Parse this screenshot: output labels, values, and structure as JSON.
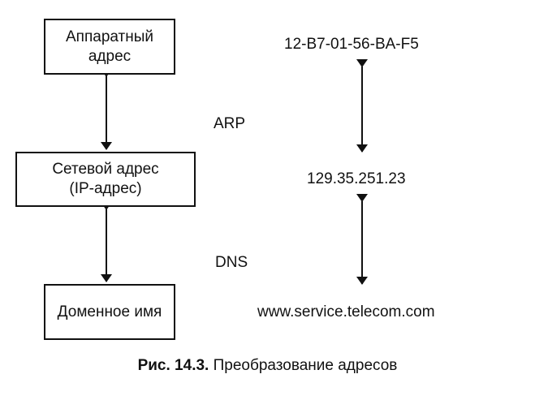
{
  "boxes": {
    "hardware": {
      "line1": "Аппаратный",
      "line2": "адрес"
    },
    "network": {
      "line1": "Сетевой адрес",
      "line2": "(IP-адрес)"
    },
    "domain": {
      "line1": "Доменное имя"
    }
  },
  "values": {
    "mac": "12-B7-01-56-BA-F5",
    "ip": "129.35.251.23",
    "domain": "www.service.telecom.com"
  },
  "protocols": {
    "arp": "ARP",
    "dns": "DNS"
  },
  "caption": {
    "bold": "Рис. 14.3.",
    "text": " Преобразование адресов"
  },
  "colors": {
    "ink": "#111111",
    "background": "#ffffff"
  }
}
